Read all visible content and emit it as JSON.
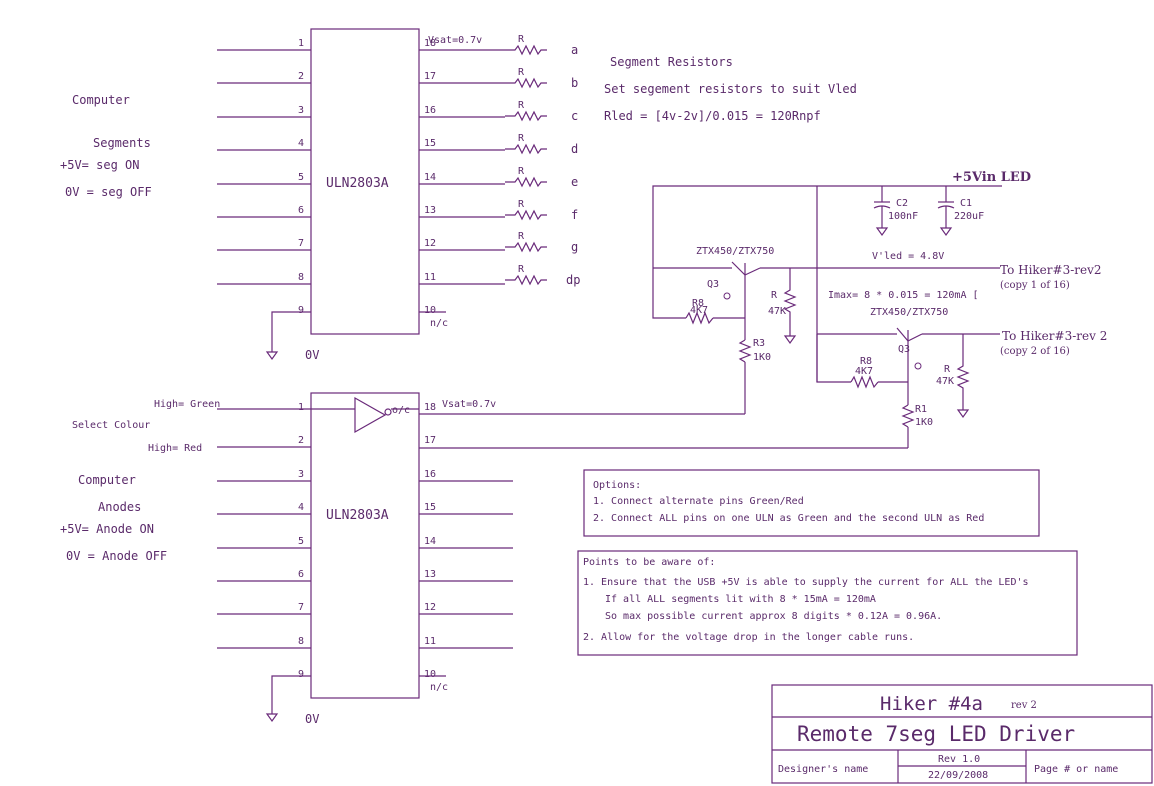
{
  "ic_top": {
    "label": "ULN2803A",
    "vsat": "Vsat=0.7v",
    "nc": "n/c",
    "gnd": "0V",
    "left_pins": [
      "1",
      "2",
      "3",
      "4",
      "5",
      "6",
      "7",
      "8",
      "9"
    ],
    "right_pins": [
      "18",
      "17",
      "16",
      "15",
      "14",
      "13",
      "12",
      "11",
      "10"
    ]
  },
  "ic_bottom": {
    "label": "ULN2803A",
    "vsat": "Vsat=0.7v",
    "nc": "n/c",
    "gnd": "0V",
    "oc": "o/c",
    "left_pins": [
      "1",
      "2",
      "3",
      "4",
      "5",
      "6",
      "7",
      "8",
      "9"
    ],
    "right_pins": [
      "18",
      "17",
      "16",
      "15",
      "14",
      "13",
      "12",
      "11",
      "10"
    ]
  },
  "segments": [
    "a",
    "b",
    "c",
    "d",
    "e",
    "f",
    "g",
    "dp"
  ],
  "seg_res_label": "R",
  "left_top": {
    "computer": "Computer",
    "segments": "Segments",
    "on": "+5V= seg ON",
    "off": "0V = seg OFF"
  },
  "left_bottom": {
    "high_green": "High= Green",
    "select": "Select Colour",
    "high_red": "High= Red",
    "computer": "Computer",
    "anodes": "Anodes",
    "on": "+5V= Anode ON",
    "off": "0V = Anode OFF"
  },
  "notes": {
    "title": "Segment Resistors",
    "line1": "Set segement resistors to suit Vled",
    "line2": "Rled = [4v-2v]/0.015 = 120Rnpf"
  },
  "power": {
    "label": "+5Vin LED",
    "c2": "C2",
    "c2v": "100nF",
    "c1": "C1",
    "c1v": "220uF",
    "vled": "V'led = 4.8V"
  },
  "q1": {
    "part": "ZTX450/ZTX750",
    "q": "Q3",
    "r8": "R8",
    "r8v": "4K7",
    "r": "R",
    "rv": "47K",
    "r3": "R3",
    "r3v": "1K0",
    "out": "To Hiker#3-rev2",
    "copy": "(copy 1 of 16)",
    "imax": "Imax= 8 * 0.015 =  120mA ["
  },
  "q2": {
    "part": "ZTX450/ZTX750",
    "q": "Q3",
    "r8": "R8",
    "r8v": "4K7",
    "r": "R",
    "rv": "47K",
    "r1": "R1",
    "r1v": "1K0",
    "out": "To Hiker#3-rev 2",
    "copy": "(copy 2 of 16)"
  },
  "options": {
    "title": "Options:",
    "lines": [
      "1. Connect alternate pins Green/Red",
      "2. Connect ALL pins on one ULN as Green and the second ULN as Red"
    ]
  },
  "points": {
    "title": "Points to be aware of:",
    "lines": [
      "1. Ensure that the USB +5V is able to supply the current for ALL the LED's",
      "If all ALL segments lit  with  8  * 15mA = 120mA",
      "So max possible current approx 8 digits * 0.12A = 0.96A.",
      "2. Allow for the voltage drop in the longer cable runs."
    ]
  },
  "titleblock": {
    "title": "Hiker #4a",
    "rev_small": "rev 2",
    "subtitle": "Remote 7seg LED Driver",
    "designer": "Designer's name",
    "rev": "Rev 1.0",
    "date": "22/09/2008",
    "page": "Page # or name"
  }
}
